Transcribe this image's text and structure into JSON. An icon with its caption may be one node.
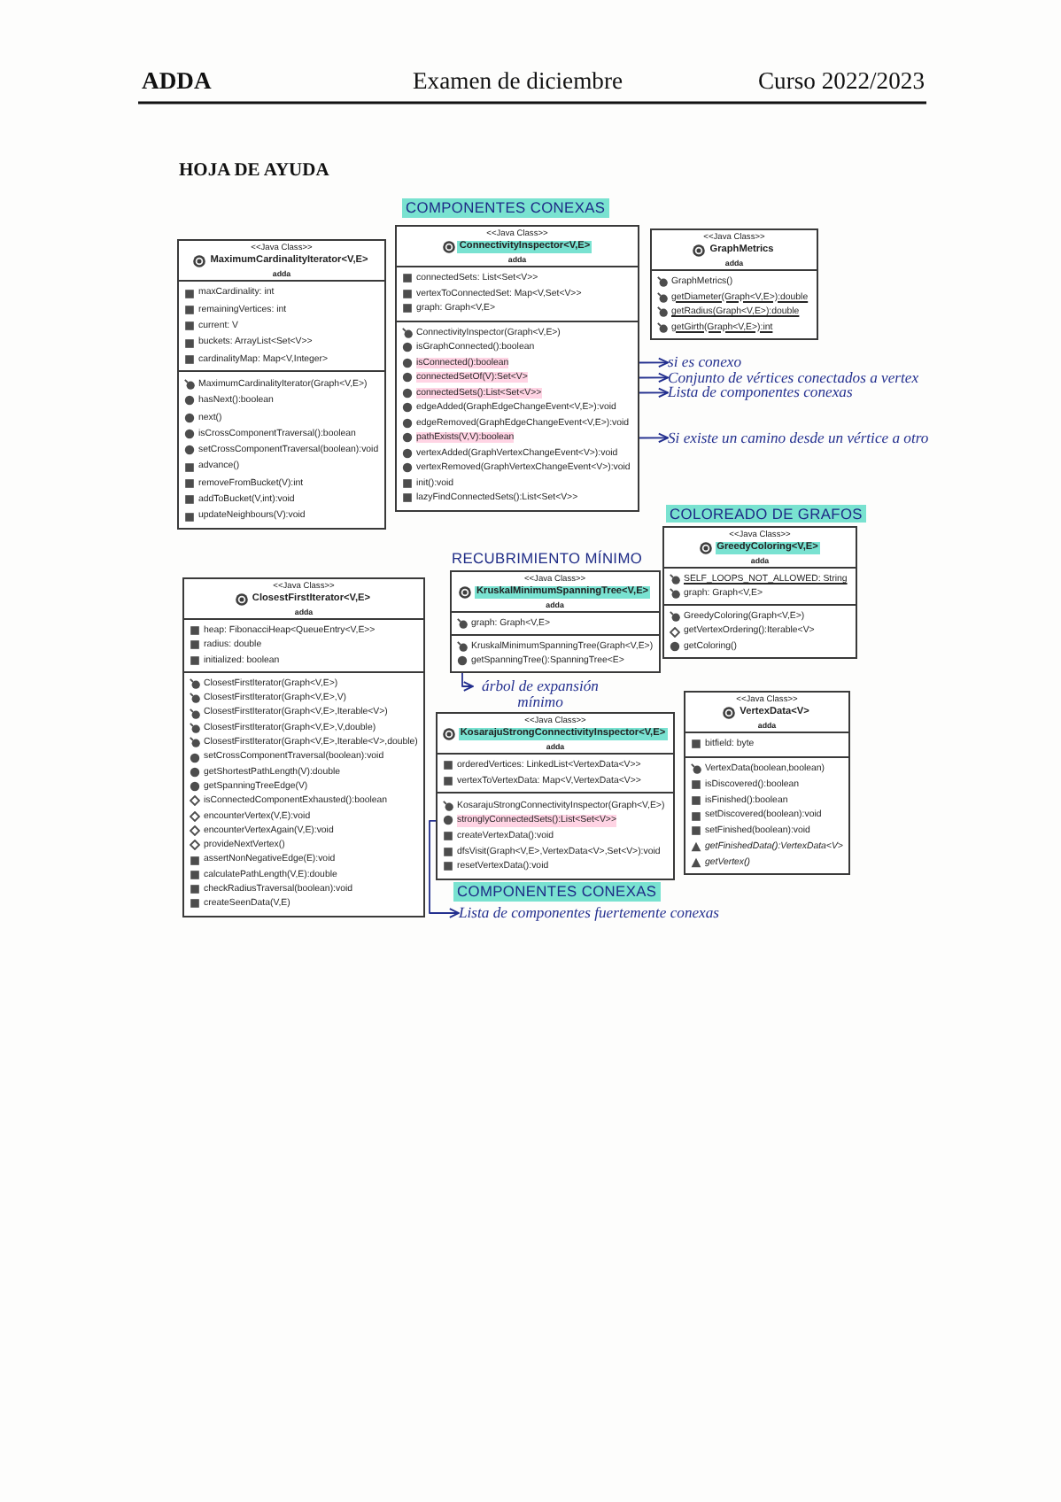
{
  "diagram": {
    "title": "HOJA DE AYUDA",
    "nodes": [
      {
        "text": [
          "<<Java Class>>",
          "MaximumCardinalityIterator<V,E>",
          "adda"
        ]
      },
      {
        "text": [
          "maxCardinality: int",
          "remainingVertices: int",
          "current: V",
          "buckets: ArrayList<Set<V>>",
          "cardinalityMap: Map<V,Integer>"
        ],
        "in": 0
      },
      {
        "text": [
          "MaximumCardinalityIterator(Graph<V,E>)",
          "hasNext():boolean",
          "next()",
          "isCrossComponentTraversal():boolean",
          "setCrossComponentTraversal(boolean):void",
          "advance()",
          "removeFromBucket(V):int",
          "addToBucket(V,int):void",
          "updateNeighbours(V):void"
        ],
        "in": 0
      },
      {
        "text": [
          "<<Java Class>>",
          "ConnectivityInspector<V,E>",
          "adda"
        ],
        "beside": [
          "COMPONENTES CONEXAS"
        ]
      },
      {
        "text": [
          "connectedSets: List<Set<V>>",
          "vertexToConnectedSet: Map<V,Set<V>>",
          "graph: Graph<V,E>"
        ],
        "in": 3
      },
      {
        "text": [
          "ConnectivityInspector(Graph<V,E>)",
          "isGraphConnected():boolean",
          "isConnected():boolean",
          "connectedSetOf(V):Set<V>",
          "connectedSets():List<Set<V>>",
          "edgeAdded(GraphEdgeChangeEvent<V,E>):void",
          "edgeRemoved(GraphEdgeChangeEvent<V,E>):void",
          "pathExists(V,V):boolean",
          "vertexAdded(GraphVertexChangeEvent<V>):void",
          "vertexRemoved(GraphVertexChangeEvent<V>):void",
          "init():void",
          "lazyFindConnectedSets():List<Set<V>>"
        ],
        "in": 3
      },
      {
        "text": [
          "<<Java Class>>",
          "GraphMetrics",
          "adda"
        ]
      },
      {
        "text": [
          "GraphMetrics()",
          "getDiameter(Graph<V,E>):double",
          "getRadius(Graph<V,E>):double",
          "getGirth(Graph<V,E>):int"
        ],
        "in": 6
      },
      {
        "text": [
          "si es conexo"
        ]
      },
      {
        "text": [
          "Conjunto de vértices conectados a vertex"
        ]
      },
      {
        "text": [
          "Lista de componentes conexas"
        ]
      },
      {
        "text": [
          "Si existe un camino desde un vértice a otro"
        ]
      },
      {
        "text": [
          "<<Java Class>>",
          "ClosestFirstIterator<V,E>",
          "adda"
        ]
      },
      {
        "text": [
          "heap: FibonacciHeap<QueueEntry<V,E>>",
          "radius: double",
          "initialized: boolean"
        ],
        "in": 12
      },
      {
        "text": [
          "ClosestFirstIterator(Graph<V,E>)",
          "ClosestFirstIterator(Graph<V,E>,V)",
          "ClosestFirstIterator(Graph<V,E>,Iterable<V>)",
          "ClosestFirstIterator(Graph<V,E>,V,double)",
          "ClosestFirstIterator(Graph<V,E>,Iterable<V>,double)",
          "setCrossComponentTraversal(boolean):void",
          "getShortestPathLength(V):double",
          "getSpanningTreeEdge(V)",
          "isConnectedComponentExhausted():boolean",
          "encounterVertex(V,E):void",
          "encounterVertexAgain(V,E):void",
          "provideNextVertex()",
          "assertNonNegativeEdge(E):void",
          "calculatePathLength(V,E):double",
          "checkRadiusTraversal(boolean):void",
          "createSeenData(V,E)"
        ],
        "in": 12
      },
      {
        "text": [
          "<<Java Class>>",
          "KruskalMinimumSpanningTree<V,E>",
          "adda"
        ],
        "beside": [
          "RECUBRIMIENTO MÍNIMO"
        ]
      },
      {
        "text": [
          "graph: Graph<V,E>"
        ],
        "in": 15
      },
      {
        "text": [
          "KruskalMinimumSpanningTree(Graph<V,E>)",
          "getSpanningTree():SpanningTree<E>"
        ],
        "in": 15
      },
      {
        "text": [
          "árbol de expansión mínimo"
        ]
      },
      {
        "text": [
          "<<Java Class>>",
          "GreedyColoring<V,E>",
          "adda"
        ],
        "beside": [
          "COLOREADO DE GRAFOS"
        ]
      },
      {
        "text": [
          "SELF_LOOPS_NOT_ALLOWED: String",
          "graph: Graph<V,E>"
        ],
        "in": 19
      },
      {
        "text": [
          "GreedyColoring(Graph<V,E>)",
          "getVertexOrdering():Iterable<V>",
          "getColoring()"
        ],
        "in": 19
      },
      {
        "text": [
          "<<Java Class>>",
          "KosarajuStrongConnectivityInspector<V,E>",
          "adda"
        ],
        "beside": [
          "COMPONENTES CONEXAS"
        ]
      },
      {
        "text": [
          "orderedVertices: LinkedList<VertexData<V>>",
          "vertexToVertexData: Map<V,VertexData<V>>"
        ],
        "in": 22
      },
      {
        "text": [
          "KosarajuStrongConnectivityInspector(Graph<V,E>)",
          "stronglyConnectedSets():List<Set<V>>",
          "createVertexData():void",
          "dfsVisit(Graph<V,E>,VertexData<V>,Set<V>):void",
          "resetVertexData():void"
        ],
        "in": 22
      },
      {
        "text": [
          "<<Java Class>>",
          "VertexData<V>",
          "adda"
        ]
      },
      {
        "text": [
          "bitfield: byte"
        ],
        "in": 25
      },
      {
        "text": [
          "VertexData(boolean,boolean)",
          "isDiscovered():boolean",
          "isFinished():boolean",
          "setDiscovered(boolean):void",
          "setFinished(boolean):void",
          "getFinishedData():VertexData<V>",
          "getVertex()"
        ],
        "in": 25
      },
      {
        "text": [
          "Lista de componentes fuertemente conexas"
        ]
      }
    ],
    "edges": [
      {
        "from": 5,
        "to": 8,
        "arrow": "to"
      },
      {
        "from": 5,
        "to": 9,
        "arrow": "to"
      },
      {
        "from": 5,
        "to": 10,
        "arrow": "to"
      },
      {
        "from": 5,
        "to": 11,
        "arrow": "to"
      },
      {
        "from": 17,
        "to": 18,
        "arrow": "to"
      },
      {
        "from": 24,
        "to": 28,
        "arrow": "to"
      }
    ],
    "labels": [
      "ADDA",
      "Examen de diciembre",
      "Curso 2022/2023"
    ]
  }
}
